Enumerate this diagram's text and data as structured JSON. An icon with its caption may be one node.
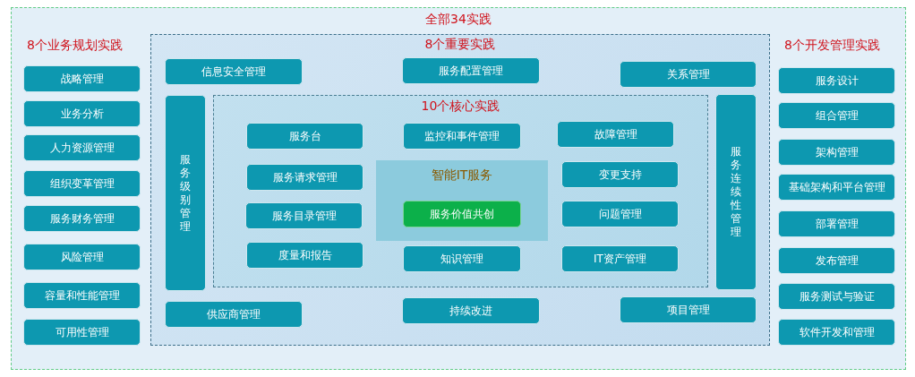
{
  "diagram": {
    "nodes": [
      {
        "text": [
          "全部34实践"
        ]
      },
      {
        "text": [
          "8个重要实践"
        ],
        "in": 0
      },
      {
        "text": [
          "10个核心实践"
        ],
        "in": 1
      },
      {
        "text": [
          "智能IT服务"
        ],
        "in": 2
      },
      {
        "text": [
          "服务价值共创"
        ],
        "in": 3
      },
      {
        "text": [
          "战略管理"
        ],
        "in": 0
      },
      {
        "text": [
          "业务分析"
        ],
        "in": 0
      },
      {
        "text": [
          "人力资源管理"
        ],
        "in": 0
      },
      {
        "text": [
          "组织变革管理"
        ],
        "in": 0
      },
      {
        "text": [
          "服务财务管理"
        ],
        "in": 0
      },
      {
        "text": [
          "风险管理"
        ],
        "in": 0
      },
      {
        "text": [
          "容量和性能管理"
        ],
        "in": 0
      },
      {
        "text": [
          "可用性管理"
        ],
        "in": 0
      },
      {
        "text": [
          "信息安全管理"
        ],
        "in": 1
      },
      {
        "text": [
          "服务配置管理"
        ],
        "in": 1
      },
      {
        "text": [
          "关系管理"
        ],
        "in": 1
      },
      {
        "text": [
          "服务级别管理"
        ],
        "in": 1
      },
      {
        "text": [
          "服务连续性管理"
        ],
        "in": 1
      },
      {
        "text": [
          "服务台"
        ],
        "in": 2
      },
      {
        "text": [
          "服务请求管理"
        ],
        "in": 2
      },
      {
        "text": [
          "服务目录管理"
        ],
        "in": 2
      },
      {
        "text": [
          "度量和报告"
        ],
        "in": 2
      },
      {
        "text": [
          "监控和事件管理"
        ],
        "in": 2
      },
      {
        "text": [
          "知识管理"
        ],
        "in": 2
      },
      {
        "text": [
          "故障管理"
        ],
        "in": 2
      },
      {
        "text": [
          "变更支持"
        ],
        "in": 2
      },
      {
        "text": [
          "问题管理"
        ],
        "in": 2
      },
      {
        "text": [
          "IT资产管理"
        ],
        "in": 2
      },
      {
        "text": [
          "供应商管理"
        ],
        "in": 1
      },
      {
        "text": [
          "持续改进"
        ],
        "in": 1
      },
      {
        "text": [
          "项目管理"
        ],
        "in": 1
      },
      {
        "text": [
          "服务设计"
        ],
        "in": 0
      },
      {
        "text": [
          "组合管理"
        ],
        "in": 0
      },
      {
        "text": [
          "架构管理"
        ],
        "in": 0
      },
      {
        "text": [
          "基础架构和平台管理"
        ],
        "in": 0
      },
      {
        "text": [
          "部署管理"
        ],
        "in": 0
      },
      {
        "text": [
          "发布管理"
        ],
        "in": 0
      },
      {
        "text": [
          "服务测试与验证"
        ],
        "in": 0
      },
      {
        "text": [
          "软件开发和管理"
        ],
        "in": 0
      }
    ],
    "edges": [],
    "labels": [
      "8个业务规划实践",
      "8个开发管理实践"
    ]
  }
}
